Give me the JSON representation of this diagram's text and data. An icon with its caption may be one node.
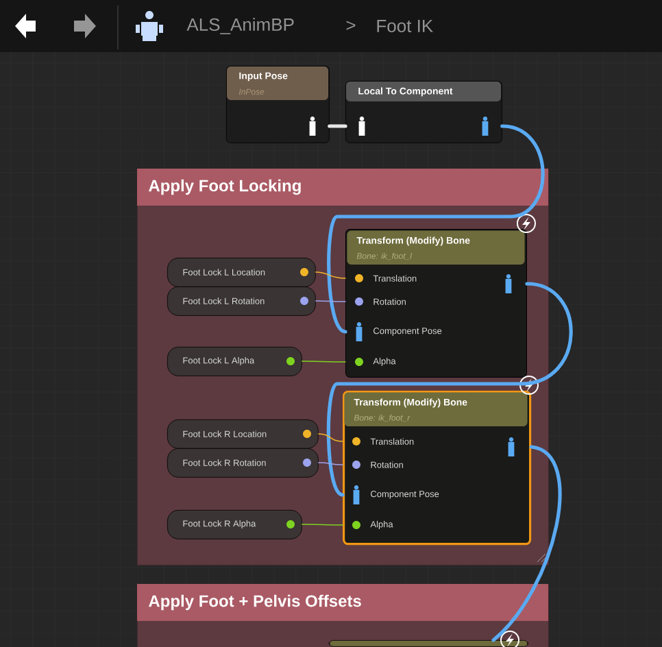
{
  "diagram": {
    "nodes": [
      {
        "text": [
          "Input Pose",
          "InPose"
        ]
      },
      {
        "text": [
          "Local To Component"
        ]
      },
      {
        "text": [
          "Apply Foot Locking"
        ]
      },
      {
        "text": [
          "Transform (Modify) Bone",
          "Bone: ik_foot_l",
          "Translation",
          "Rotation",
          "Component Pose",
          "Alpha"
        ],
        "in": 2
      },
      {
        "text": [
          "Foot Lock L Location"
        ],
        "in": 2
      },
      {
        "text": [
          "Foot Lock L Rotation"
        ],
        "in": 2
      },
      {
        "text": [
          "Foot Lock L Alpha"
        ],
        "in": 2
      },
      {
        "text": [
          "Transform (Modify) Bone",
          "Bone: ik_foot_r",
          "Translation",
          "Rotation",
          "Component Pose",
          "Alpha"
        ],
        "in": 2
      },
      {
        "text": [
          "Foot Lock R Location"
        ],
        "in": 2
      },
      {
        "text": [
          "Foot Lock R Rotation"
        ],
        "in": 2
      },
      {
        "text": [
          "Foot Lock R Alpha"
        ],
        "in": 2
      },
      {
        "text": [
          "Apply Foot + Pelvis Offsets"
        ]
      },
      {
        "text": [],
        "shape": "box",
        "in": 11
      }
    ],
    "edges": [
      {
        "from": 0,
        "to": 1,
        "arrow": "none",
        "style": "thick",
        "color": "#e8e8e8"
      },
      {
        "from": 1,
        "to": 3,
        "arrow": "none",
        "style": "thick"
      },
      {
        "from": 4,
        "to": 3,
        "arrow": "none",
        "color": "#f0b428"
      },
      {
        "from": 5,
        "to": 3,
        "arrow": "none",
        "color": "#9ba3ee"
      },
      {
        "from": 6,
        "to": 3,
        "arrow": "none",
        "color": "#7ed321"
      },
      {
        "from": 3,
        "to": 7,
        "arrow": "none",
        "style": "thick"
      },
      {
        "from": 8,
        "to": 7,
        "arrow": "none",
        "color": "#f0b428"
      },
      {
        "from": 9,
        "to": 7,
        "arrow": "none",
        "color": "#9ba3ee"
      },
      {
        "from": 10,
        "to": 7,
        "arrow": "none",
        "color": "#7ed321"
      },
      {
        "from": 7,
        "to": 12,
        "arrow": "none",
        "style": "thick"
      }
    ],
    "labels": [
      "ALS_AnimBP",
      ">",
      "Foot IK"
    ]
  }
}
